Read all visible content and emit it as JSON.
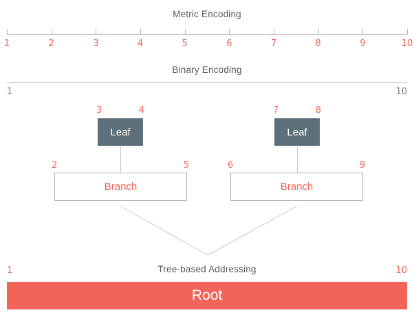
{
  "colors": {
    "accent": "#f2635a",
    "node_fill": "#5d6f79",
    "title_gray": "#56575b",
    "label_gray": "#7f8084",
    "line_gray": "#b5b5b5"
  },
  "sections": {
    "metric": {
      "title": "Metric Encoding",
      "ticks": [
        "1",
        "2",
        "3",
        "4",
        "5",
        "6",
        "7",
        "8",
        "9",
        "10"
      ]
    },
    "binary": {
      "title": "Binary Encoding",
      "left_label": "1",
      "right_label": "10"
    },
    "tree": {
      "title": "Tree-based Addressing",
      "left_label": "1",
      "right_label": "10",
      "leaves": [
        {
          "label": "Leaf",
          "left_num": "3",
          "right_num": "4"
        },
        {
          "label": "Leaf",
          "left_num": "7",
          "right_num": "8"
        }
      ],
      "branches": [
        {
          "label": "Branch",
          "left_num": "2",
          "right_num": "5"
        },
        {
          "label": "Branch",
          "left_num": "6",
          "right_num": "9"
        }
      ],
      "root": {
        "label": "Root"
      }
    }
  }
}
